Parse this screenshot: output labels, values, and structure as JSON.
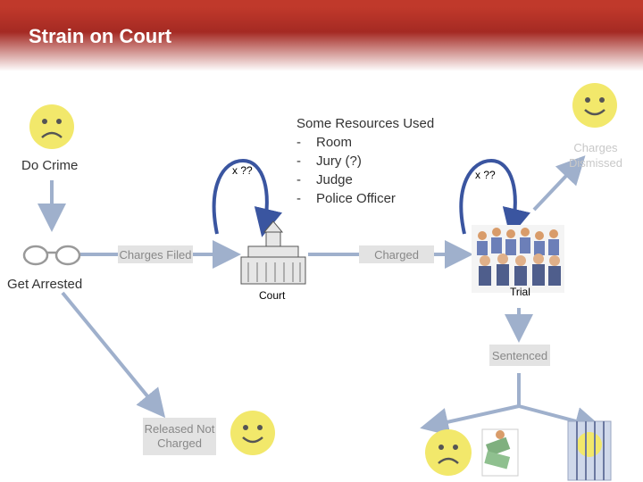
{
  "slide": {
    "title": "Strain on Court"
  },
  "labels": {
    "do_crime": "Do Crime",
    "get_arrested": "Get Arrested",
    "charges_filed": "Charges Filed",
    "court": "Court",
    "charged": "Charged",
    "trial": "Trial",
    "sentenced": "Sentenced",
    "released": "Released Not Charged",
    "charges_dismissed": "Charges Dismissed",
    "loop_left": "x ??",
    "loop_right": "x ??"
  },
  "resources": {
    "heading": "Some Resources Used",
    "dash": "-",
    "items": [
      "Room",
      "Jury (?)",
      "Judge",
      "Police Officer"
    ]
  },
  "colors": {
    "title_red": "#c0392b",
    "arrow_gray": "#9fb0cc",
    "loop_blue": "#3a55a0",
    "face_yellow": "#f2e86b"
  }
}
